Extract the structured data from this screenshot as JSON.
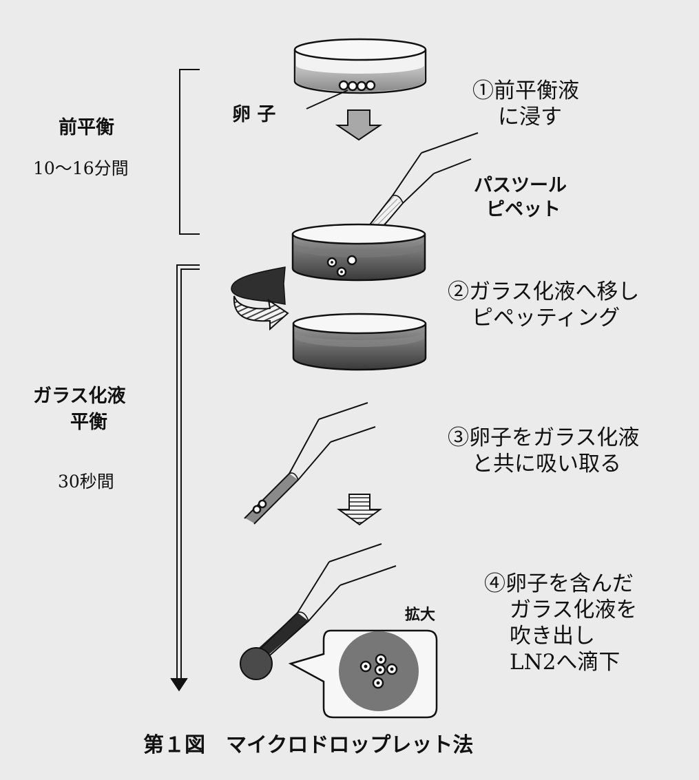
{
  "phases": {
    "pre_equilibrium": {
      "title": "前平衡",
      "duration": "10～16分間"
    },
    "vitrification": {
      "title_line1": "ガラス化液",
      "title_line2": "平衡",
      "duration": "30秒間"
    }
  },
  "labels": {
    "egg": "卵 子",
    "pipette_line1": "パスツール",
    "pipette_line2": "ピペット",
    "zoom": "拡大"
  },
  "steps": {
    "step1": {
      "line1": "①前平衡液",
      "line2": "に浸す"
    },
    "step2": {
      "line1": "②ガラス化液へ移し",
      "line2": "ピペッティング"
    },
    "step3": {
      "line1": "③卵子をガラス化液",
      "line2": "と共に吸い取る"
    },
    "step4": {
      "line1": "④卵子を含んだ",
      "line2": "ガラス化液を",
      "line3": "吹き出し",
      "line4": "LN2へ滴下"
    }
  },
  "caption": "第１図　マイクロドロップレット法"
}
